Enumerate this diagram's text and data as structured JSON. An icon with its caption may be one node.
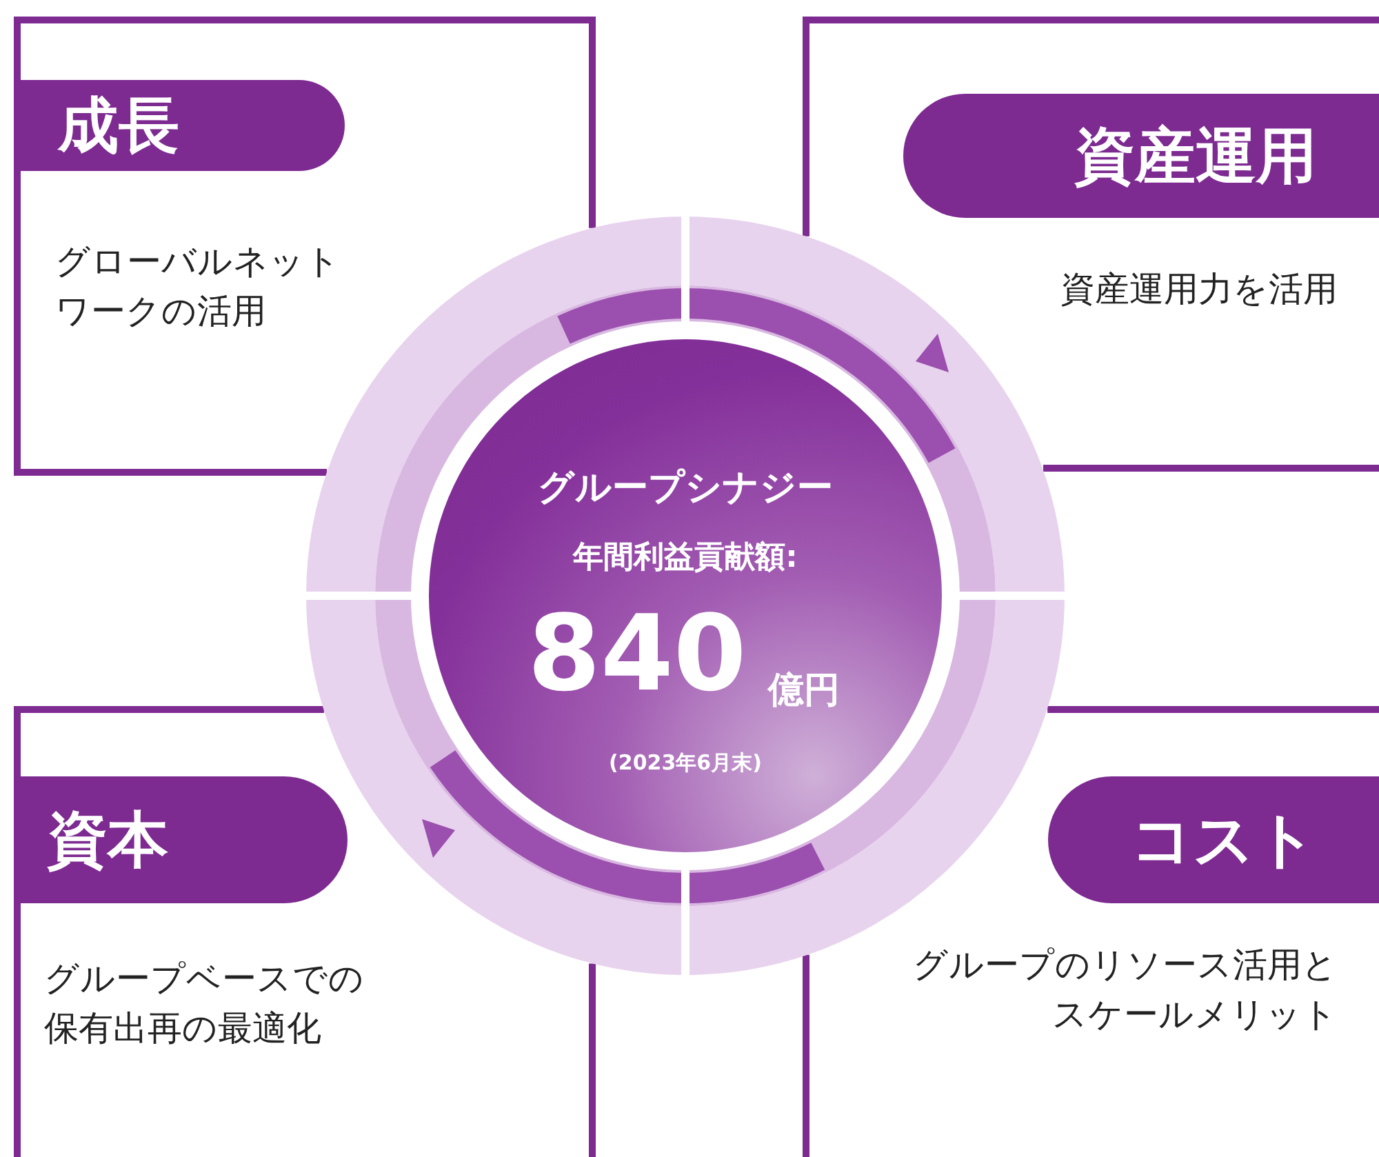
{
  "diagram": {
    "nodes": [
      {
        "text": [
          "グローバルネットワークの活用"
        ]
      },
      {
        "text": [
          "成長"
        ],
        "in": 0
      },
      {
        "text": [
          "資産運用力を活用"
        ]
      },
      {
        "text": [
          "資産運用"
        ],
        "in": 2
      },
      {
        "text": [
          "グループベースでの保有出再の最適化"
        ]
      },
      {
        "text": [
          "資本"
        ],
        "in": 4
      },
      {
        "text": [
          "グループのリソース活用とスケールメリット"
        ]
      },
      {
        "text": [
          "コスト"
        ],
        "in": 6
      },
      {
        "text": [
          "グループシナジー",
          "年間利益貢献額:",
          "840",
          "億円",
          "(2023年6月末)"
        ]
      }
    ]
  }
}
